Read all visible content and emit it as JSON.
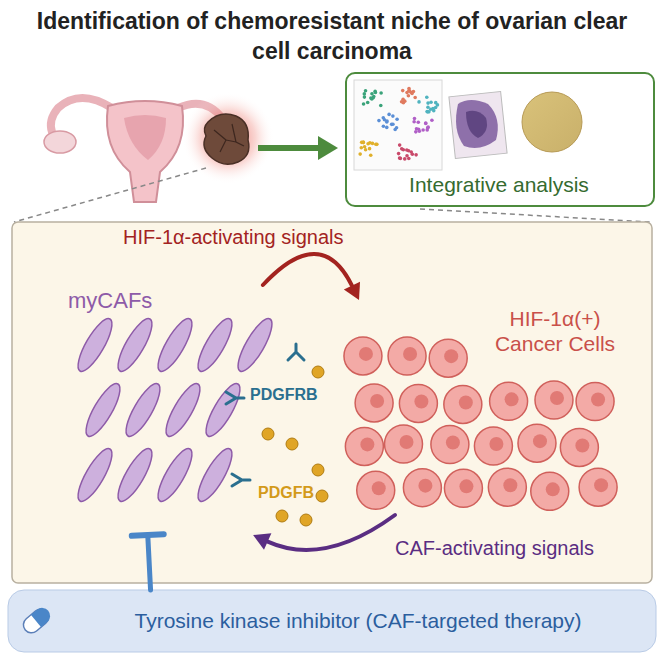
{
  "diagram": {
    "title": "Identification of chemoresistant niche of ovarian clear cell carcinoma",
    "nodes": [
      {
        "text": [
          "Integrative analysis"
        ]
      },
      {
        "text": [
          "myCAFs"
        ]
      },
      {
        "text": [
          "HIF-1α(+) Cancer Cells"
        ]
      },
      {
        "text": [
          "Tyrosine kinase inhibitor (CAF-targeted therapy)"
        ]
      }
    ],
    "edges": [
      {
        "from": 1,
        "to": 2,
        "label": "HIF-1α-activating signals",
        "arrow": "to"
      },
      {
        "from": 2,
        "to": 1,
        "label": "CAF-activating signals",
        "arrow": "to"
      },
      {
        "from": 3,
        "to": 1,
        "arrow": "to"
      }
    ],
    "labels": [
      "PDGFRB",
      "PDGFB"
    ]
  }
}
